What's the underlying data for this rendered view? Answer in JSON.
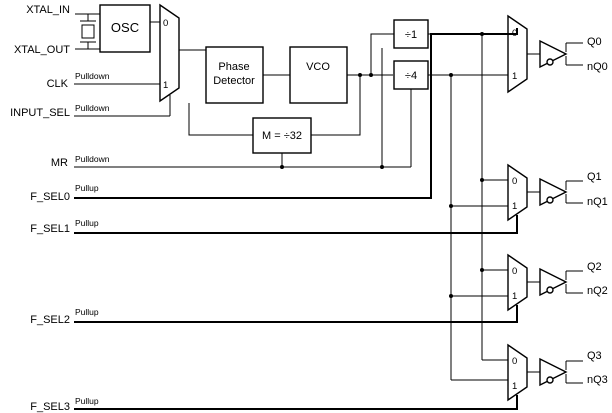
{
  "inputs": {
    "xtal_in": "XTAL_IN",
    "xtal_out": "XTAL_OUT",
    "clk": "CLK",
    "input_sel": "INPUT_SEL",
    "mr": "MR",
    "f_sel0": "F_SEL0",
    "f_sel1": "F_SEL1",
    "f_sel2": "F_SEL2",
    "f_sel3": "F_SEL3"
  },
  "pulls": {
    "pulldown": "Pulldown",
    "pullup": "Pullup"
  },
  "blocks": {
    "osc": "OSC",
    "phase_detector_line1": "Phase",
    "phase_detector_line2": "Detector",
    "vco": "VCO",
    "feedback_divider": "M = ÷32",
    "div1": "÷1",
    "div4": "÷4"
  },
  "mux": {
    "in0": "0",
    "in1": "1"
  },
  "outputs": [
    {
      "q": "Q0",
      "nq": "nQ0"
    },
    {
      "q": "Q1",
      "nq": "nQ1"
    },
    {
      "q": "Q2",
      "nq": "nQ2"
    },
    {
      "q": "Q3",
      "nq": "nQ3"
    }
  ]
}
